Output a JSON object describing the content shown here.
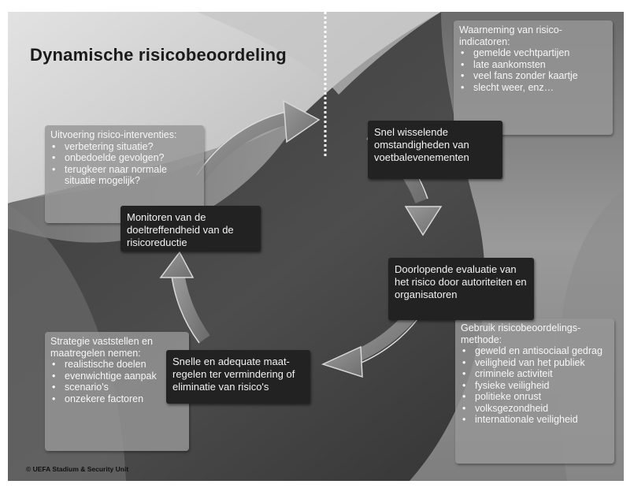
{
  "title": "Dynamische risicobeoordeling",
  "cycle_steps": [
    "Snel wisselende omstandigheden van voetbalevenementen",
    "Doorlopende evaluatie van het risico door autoriteiten en organisatoren",
    "Snelle en adequate maat-regelen ter vermindering of eliminatie van risico's",
    "Monitoren van de doeltreffendheid van de risicoreductie"
  ],
  "info_boxes": {
    "waarneming": {
      "heading": "Waarneming van risico-indicatoren:",
      "items": [
        "gemelde vechtpartijen",
        "late aankomsten",
        "veel fans zonder kaartje",
        "slecht weer, enz…"
      ]
    },
    "uitvoering": {
      "heading": "Uitvoering risico-interventies:",
      "items": [
        "verbetering situatie?",
        "onbedoelde gevolgen?",
        "terugkeer naar normale situatie mogelijk?"
      ]
    },
    "strategie": {
      "heading": "Strategie vaststellen en maatregelen nemen:",
      "items": [
        "realistische doelen",
        "evenwichtige aanpak",
        "scenario's",
        "onzekere factoren"
      ]
    },
    "gebruik": {
      "heading": "Gebruik risicobeoordelings-methode:",
      "items": [
        "geweld en antisociaal gedrag",
        "veiligheid van het publiek",
        "criminele activiteit",
        "fysieke veiligheid",
        "politieke onrust",
        "volksgezondheid",
        "internationale veiligheid"
      ]
    }
  },
  "copyright": "© UEFA Stadium & Security Unit"
}
